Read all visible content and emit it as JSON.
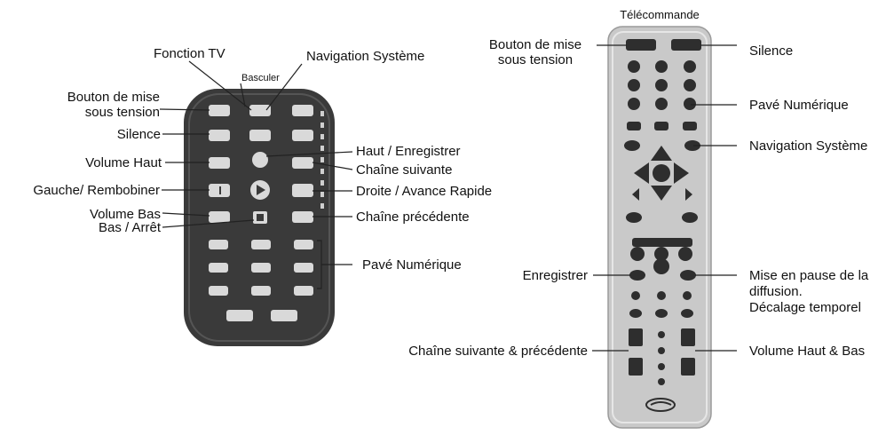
{
  "small_remote": {
    "labels": {
      "fonction_tv": "Fonction TV",
      "basculer": "Basculer",
      "navigation": "Navigation Système",
      "power_line1": "Bouton de mise",
      "power_line2": "sous tension",
      "silence": "Silence",
      "volume_haut": "Volume Haut",
      "gauche": "Gauche/ Rembobiner",
      "volume_bas": "Volume Bas",
      "bas_arret": "Bas / Arrêt",
      "haut_enregistrer": "Haut / Enregistrer",
      "chaine_suivante": "Chaîne suivante",
      "droite": "Droite / Avance Rapide",
      "chaine_precedente": "Chaîne précédente",
      "pave": "Pavé Numérique"
    }
  },
  "large_remote": {
    "title": "Télécommande",
    "labels": {
      "power_line1": "Bouton de mise",
      "power_line2": "sous tension",
      "silence": "Silence",
      "pave": "Pavé Numérique",
      "navigation": "Navigation Système",
      "enregistrer": "Enregistrer",
      "pause_line1": "Mise en pause de la",
      "pause_line2": "diffusion.",
      "pause_line3": "Décalage temporel",
      "chaine_sp": "Chaîne suivante & précédente",
      "volume_hb": "Volume Haut & Bas"
    }
  },
  "colors": {
    "small_body": "#3a3a3a",
    "small_button": "#d9d9d9",
    "large_body": "#c9c9c9",
    "large_button": "#2e2e2e"
  }
}
